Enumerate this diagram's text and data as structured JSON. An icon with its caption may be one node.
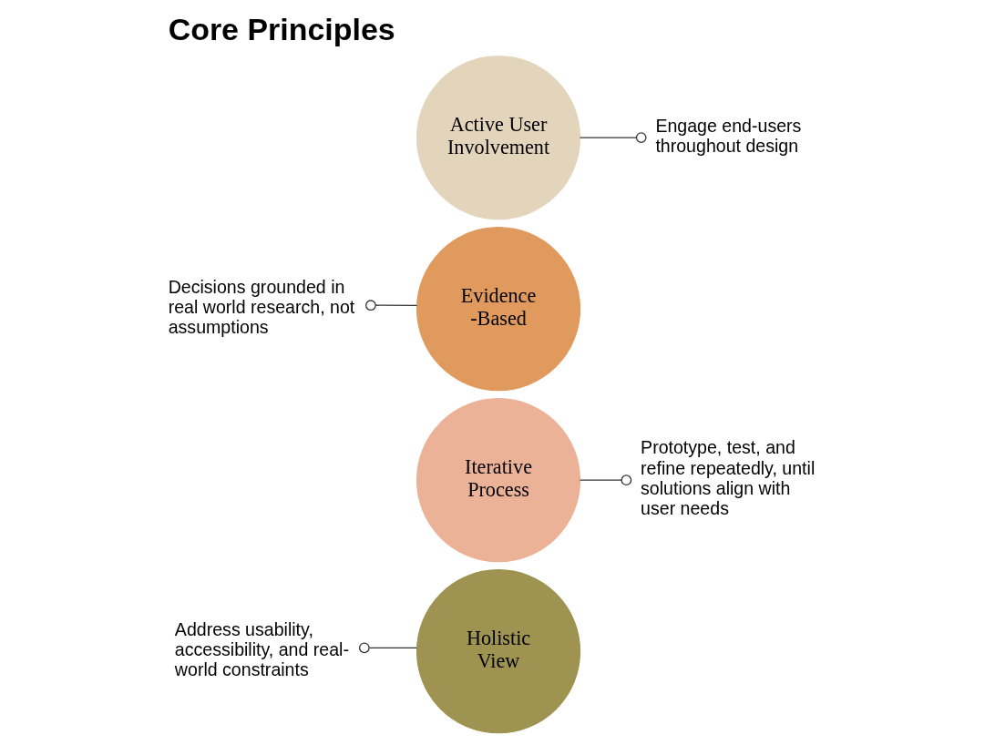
{
  "diagram": {
    "title": "Core Principles",
    "nodes": [
      {
        "text": [
          "Active User Involvement"
        ]
      },
      {
        "text": [
          "Engage end-users throughout design"
        ]
      },
      {
        "text": [
          "Evidence -Based"
        ]
      },
      {
        "text": [
          "Decisions grounded in real world research, not assumptions"
        ]
      },
      {
        "text": [
          "Iterative Process"
        ]
      },
      {
        "text": [
          "Prototype, test, and refine repeatedly, until solutions align with user needs"
        ]
      },
      {
        "text": [
          "Holistic View"
        ]
      },
      {
        "text": [
          "Address usability, accessibility, and real-world constraints"
        ]
      }
    ],
    "edges": [
      {
        "from": 0,
        "to": 1,
        "arrow": "other"
      },
      {
        "from": 2,
        "to": 3,
        "arrow": "other"
      },
      {
        "from": 4,
        "to": 5,
        "arrow": "other"
      },
      {
        "from": 6,
        "to": 7,
        "arrow": "other"
      }
    ]
  }
}
